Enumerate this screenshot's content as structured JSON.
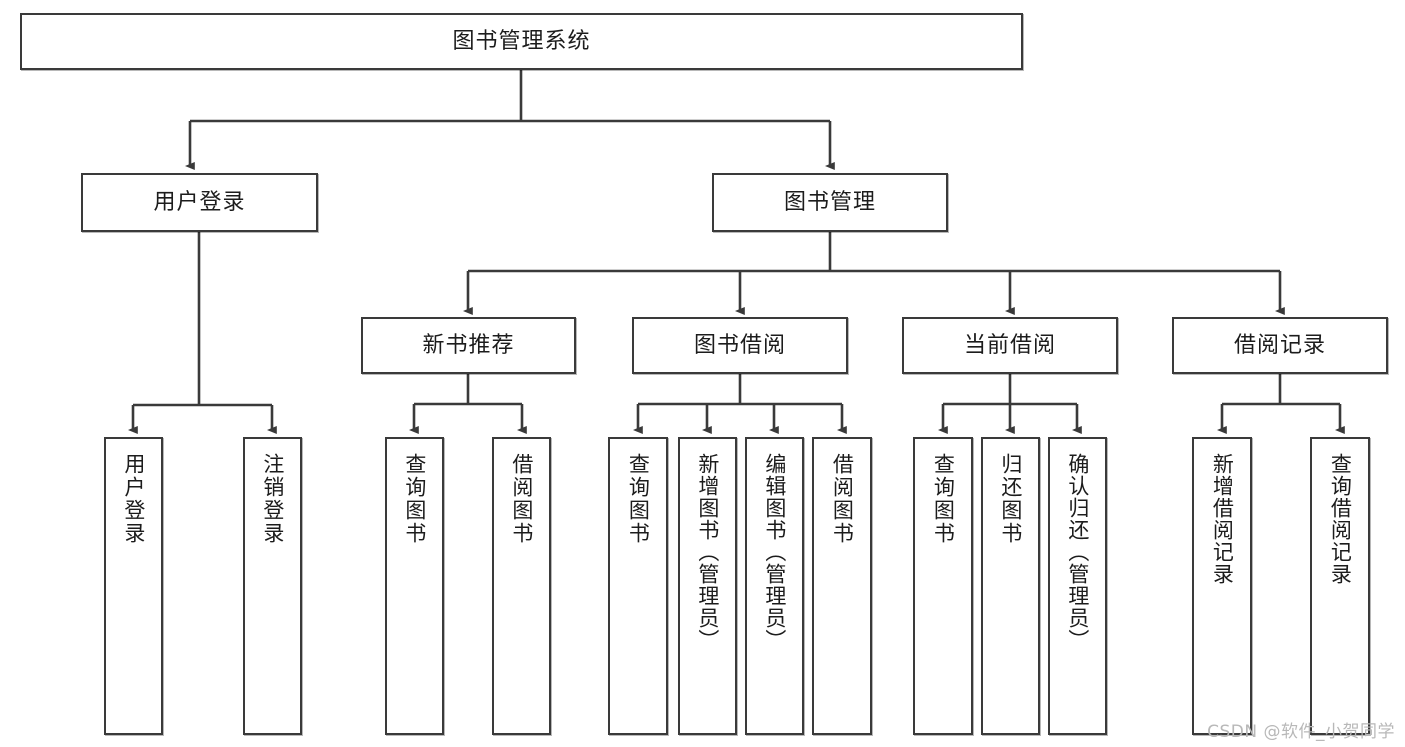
{
  "diagram": {
    "title": "图书管理系统",
    "type": "functional-structure-tree",
    "stroke_color": "#3a3a3a",
    "background_color": "#ffffff",
    "text_color": "#1c1c1c",
    "root": {
      "label": "图书管理系统"
    },
    "level2": [
      {
        "label": "用户登录"
      },
      {
        "label": "图书管理"
      }
    ],
    "level3": [
      {
        "label": "新书推荐"
      },
      {
        "label": "图书借阅"
      },
      {
        "label": "当前借阅"
      },
      {
        "label": "借阅记录"
      }
    ],
    "leaves": {
      "user_login": [
        {
          "label": "用户登录"
        },
        {
          "label": "注销登录"
        }
      ],
      "new_book_recommend": [
        {
          "label": "查询图书"
        },
        {
          "label": "借阅图书"
        }
      ],
      "book_borrow": [
        {
          "label": "查询图书"
        },
        {
          "label": "新增图书（管理员）"
        },
        {
          "label": "编辑图书（管理员）"
        },
        {
          "label": "借阅图书"
        }
      ],
      "current_borrow": [
        {
          "label": "查询图书"
        },
        {
          "label": "归还图书"
        },
        {
          "label": "确认归还（管理员）"
        }
      ],
      "borrow_record": [
        {
          "label": "新增借阅记录"
        },
        {
          "label": "查询借阅记录"
        }
      ]
    }
  },
  "watermark": {
    "text": "CSDN @软件_小贺同学"
  }
}
